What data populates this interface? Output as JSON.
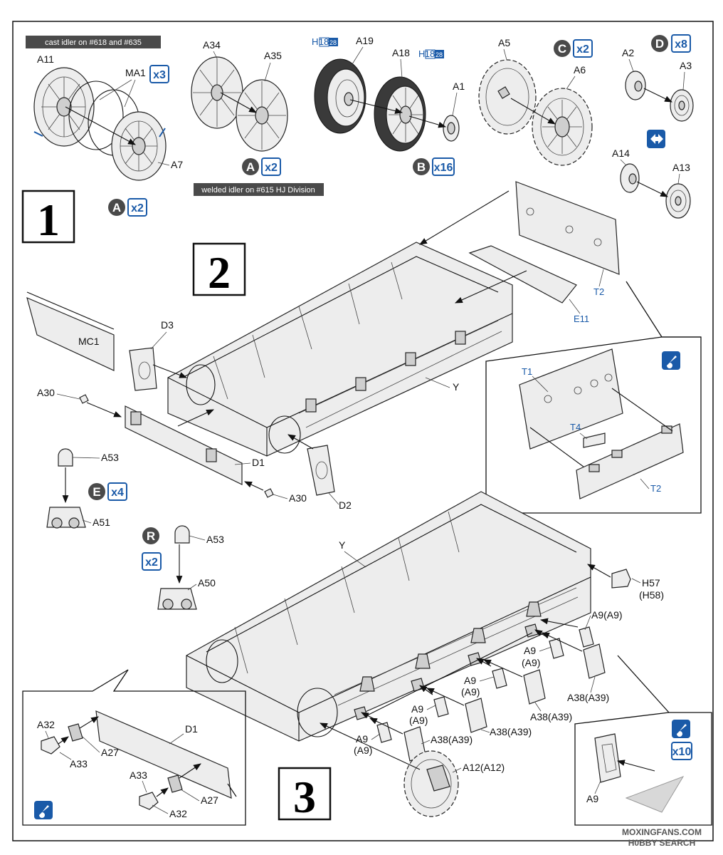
{
  "banners": {
    "cast_idler": "cast idler on #618 and #635",
    "welded_idler": "welded idler on #615 HJ Division"
  },
  "steps": {
    "step1": "1",
    "step2": "2",
    "step3": "3"
  },
  "step1": {
    "labels": {
      "a11": "A11",
      "ma1": "MA1",
      "a7": "A7",
      "a34": "A34",
      "a35": "A35",
      "a19": "A19",
      "a18": "A18",
      "a1": "A1",
      "a5": "A5",
      "a6": "A6",
      "a2": "A2",
      "a3": "A3",
      "a14": "A14",
      "a13": "A13"
    },
    "qty": {
      "ma1": "x3",
      "a_cast": "x2",
      "a_welded": "x2",
      "b": "x16",
      "c": "x2",
      "d": "x8"
    },
    "circles": {
      "a_cast": "A",
      "a_welded": "A",
      "b": "B",
      "c": "C",
      "d": "D"
    },
    "hbadges": {
      "a19": {
        "h": "H",
        "n1": "18",
        "n2": "28"
      },
      "a18": {
        "h": "H",
        "n1": "18",
        "n2": "28"
      }
    }
  },
  "step2": {
    "labels": {
      "mc1": "MC1",
      "d3": "D3",
      "a30_top": "A30",
      "a53": "A53",
      "a51": "A51",
      "d1": "D1",
      "a30_bottom": "A30",
      "d2": "D2",
      "y": "Y",
      "e11": "E11",
      "t2_main": "T2",
      "t1": "T1",
      "t4": "T4",
      "t2_detail": "T2"
    },
    "qty": {
      "e": "x4"
    },
    "circles": {
      "e": "E"
    }
  },
  "step3": {
    "labels": {
      "a53": "A53",
      "a50": "A50",
      "y": "Y",
      "h57": "H57",
      "h58": "(H58)",
      "a9_1": "A9(A9)",
      "a9_2a": "A9",
      "a9_2b": "(A9)",
      "a9_3a": "A9",
      "a9_3b": "(A9)",
      "a9_4a": "A9",
      "a9_4b": "(A9)",
      "a9_5a": "A9",
      "a9_5b": "(A9)",
      "a38_1": "A38(A39)",
      "a38_2": "A38(A39)",
      "a38_3": "A38(A39)",
      "a38_4": "A38(A39)",
      "a12": "A12(A12)",
      "a32_top": "A32",
      "a33_top": "A33",
      "a27_top": "A27",
      "d1": "D1",
      "a33_bottom": "A33",
      "a27_bottom": "A27",
      "a32_bottom": "A32",
      "a9_detail": "A9"
    },
    "qty": {
      "r": "x2",
      "a9_detail": "x10"
    },
    "circles": {
      "r": "R"
    }
  },
  "watermark": {
    "line1": "MOXINGFANS.COM",
    "line2": "H0BBY SEARCH"
  },
  "colors": {
    "accent_blue": "#1a5aa8",
    "banner_bg": "#4a4a4a",
    "circle_bg": "#4a4a4a"
  }
}
